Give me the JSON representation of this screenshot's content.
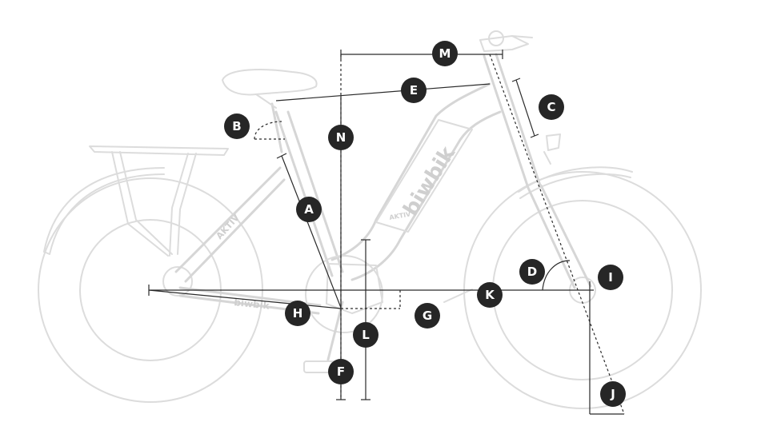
{
  "frame": {
    "brand_top_tube": "biwbik",
    "brand_chainstay": "biwbik",
    "model_seat_tube": "AKTIV",
    "model_down_tube": "AKTIV"
  },
  "markers": [
    {
      "id": "A",
      "label": "A"
    },
    {
      "id": "B",
      "label": "B"
    },
    {
      "id": "C",
      "label": "C"
    },
    {
      "id": "D",
      "label": "D"
    },
    {
      "id": "E",
      "label": "E"
    },
    {
      "id": "F",
      "label": "F"
    },
    {
      "id": "G",
      "label": "G"
    },
    {
      "id": "H",
      "label": "H"
    },
    {
      "id": "I",
      "label": "I"
    },
    {
      "id": "J",
      "label": "J"
    },
    {
      "id": "K",
      "label": "K"
    },
    {
      "id": "L",
      "label": "L"
    },
    {
      "id": "M",
      "label": "M"
    },
    {
      "id": "N",
      "label": "N"
    }
  ],
  "colors": {
    "marker_fill": "#262626",
    "marker_text": "#ffffff",
    "bike_outline": "#dcdcdc",
    "dimension_line": "#2a2a2a"
  }
}
